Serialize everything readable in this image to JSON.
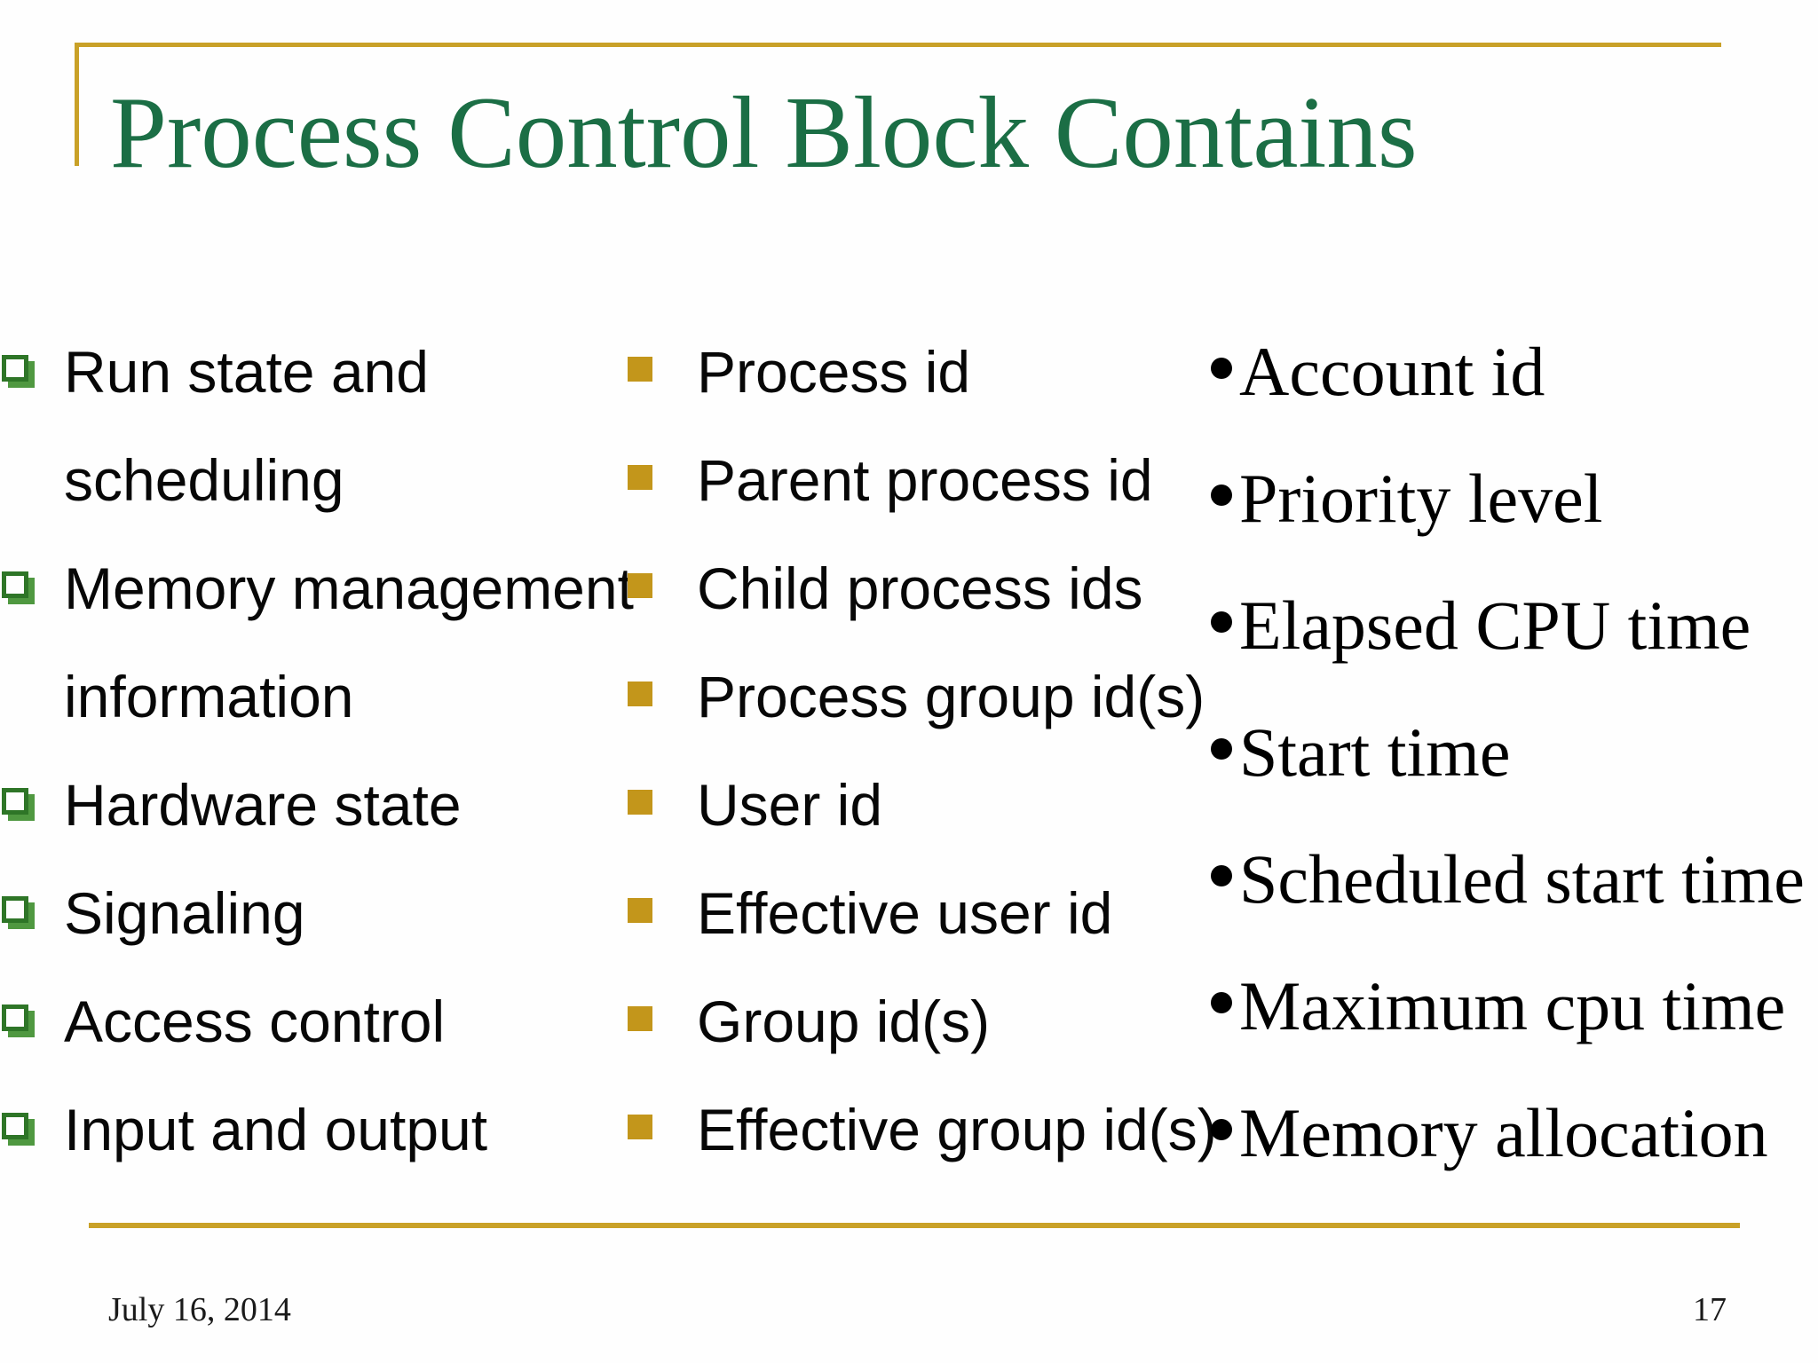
{
  "slide": {
    "title": "Process Control Block Contains",
    "columns": [
      {
        "bullet": "green-hollow-square",
        "items": [
          {
            "lines": [
              "Run state and",
              "scheduling"
            ]
          },
          {
            "lines": [
              "Memory management",
              "information"
            ]
          },
          {
            "lines": [
              "Hardware state"
            ]
          },
          {
            "lines": [
              "Signaling"
            ]
          },
          {
            "lines": [
              "Access control"
            ]
          },
          {
            "lines": [
              "Input and output"
            ]
          }
        ]
      },
      {
        "bullet": "gold-filled-square",
        "items": [
          {
            "lines": [
              "Process id"
            ]
          },
          {
            "lines": [
              "Parent process id"
            ]
          },
          {
            "lines": [
              "Child process ids"
            ]
          },
          {
            "lines": [
              "Process group id(s)"
            ]
          },
          {
            "lines": [
              "User id"
            ]
          },
          {
            "lines": [
              "Effective user id"
            ]
          },
          {
            "lines": [
              "Group id(s)"
            ]
          },
          {
            "lines": [
              "Effective group id(s)"
            ]
          }
        ]
      },
      {
        "bullet": "black-round-dot",
        "items": [
          {
            "lines": [
              "Account id"
            ]
          },
          {
            "lines": [
              "Priority level"
            ]
          },
          {
            "lines": [
              "Elapsed CPU time"
            ]
          },
          {
            "lines": [
              "Start time"
            ]
          },
          {
            "lines": [
              "Scheduled start time"
            ]
          },
          {
            "lines": [
              "Maximum cpu time"
            ]
          },
          {
            "lines": [
              "Memory allocation"
            ]
          }
        ]
      }
    ],
    "footer": {
      "date": "July 16, 2014",
      "page_number": "17"
    },
    "colors": {
      "title_green": "#1b6e45",
      "accent_gold": "#c9a128",
      "bullet_gold": "#c3961b",
      "bullet_green_border": "#2e7527",
      "bullet_green_shadow": "#4f9840"
    }
  }
}
